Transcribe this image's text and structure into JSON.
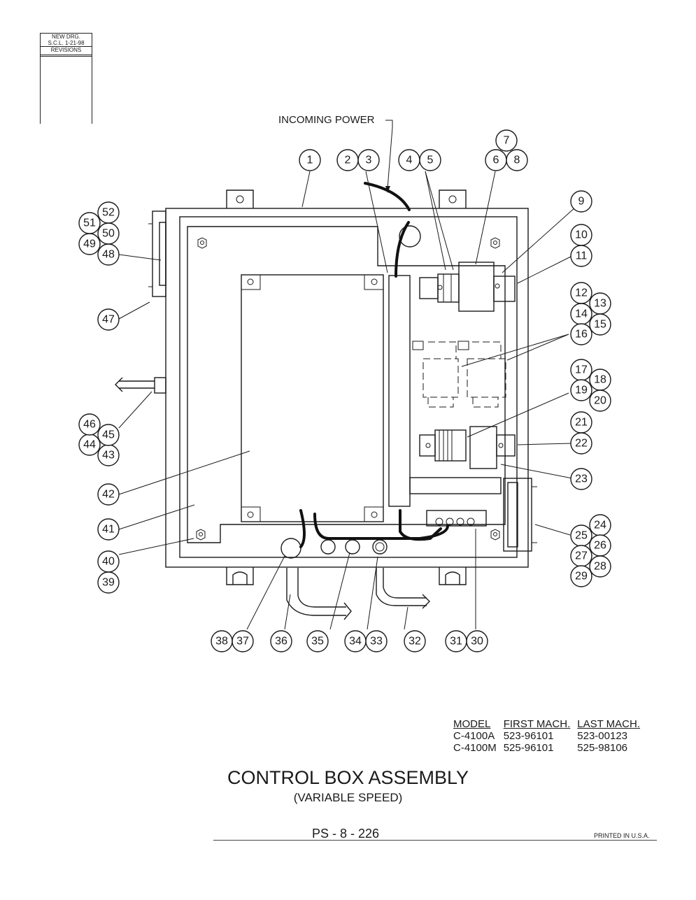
{
  "revision_block": {
    "line1": "NEW DRG.",
    "line2": "S.C.L. 1-21-98",
    "header": "REVISIONS"
  },
  "diagram": {
    "incoming_power_label": "INCOMING POWER",
    "callouts": [
      "1",
      "2",
      "3",
      "4",
      "5",
      "6",
      "7",
      "8",
      "9",
      "10",
      "11",
      "12",
      "13",
      "14",
      "15",
      "16",
      "17",
      "18",
      "19",
      "20",
      "21",
      "22",
      "23",
      "24",
      "25",
      "26",
      "27",
      "28",
      "29",
      "30",
      "31",
      "32",
      "33",
      "34",
      "35",
      "36",
      "37",
      "38",
      "39",
      "40",
      "41",
      "42",
      "43",
      "44",
      "45",
      "46",
      "47",
      "48",
      "49",
      "50",
      "51",
      "52"
    ]
  },
  "model_table": {
    "headers": [
      "MODEL",
      "FIRST MACH.",
      "LAST MACH."
    ],
    "rows": [
      [
        "C-4100A",
        "523-96101",
        "523-00123"
      ],
      [
        "C-4100M",
        "525-96101",
        "525-98106"
      ]
    ]
  },
  "title": "CONTROL BOX ASSEMBLY",
  "subtitle": "(VARIABLE SPEED)",
  "page_number": "PS - 8 - 226",
  "printed": "PRINTED IN U.S.A."
}
